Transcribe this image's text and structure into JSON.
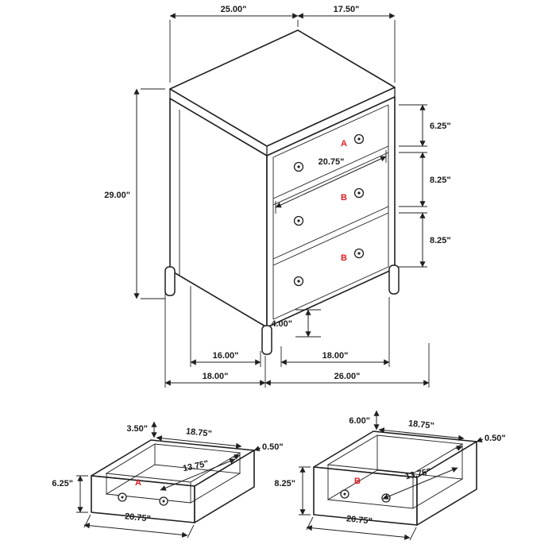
{
  "page": {
    "background": "#ffffff"
  },
  "colors": {
    "line": "#1f1f1f",
    "accent_red": "#e31b23"
  },
  "chest": {
    "top_width": "25.00\"",
    "top_depth": "17.50\"",
    "overall_height": "29.00\"",
    "drawer_a_height": "6.25\"",
    "drawer_b1_height": "8.25\"",
    "drawer_b2_height": "8.25\"",
    "drawer_front_width": "20.75\"",
    "leg_height": "4.00\"",
    "leg_spacing_side": "16.00\"",
    "leg_spacing_front": "18.00\"",
    "base_depth": "18.00\"",
    "base_width": "26.00\"",
    "label_a": "A",
    "label_b1": "B",
    "label_b2": "B"
  },
  "drawer_a": {
    "label": "A",
    "side_height": "3.50\"",
    "inner_width": "18.75\"",
    "wall_thickness": "0.50\"",
    "inner_depth": "13.75\"",
    "front_height": "6.25\"",
    "front_width": "20.75\""
  },
  "drawer_b": {
    "label": "B",
    "side_height": "6.00\"",
    "inner_width": "18.75\"",
    "wall_thickness": "0.50\"",
    "inner_depth": "13.75\"",
    "front_height": "8.25\"",
    "front_width": "20.75\""
  }
}
